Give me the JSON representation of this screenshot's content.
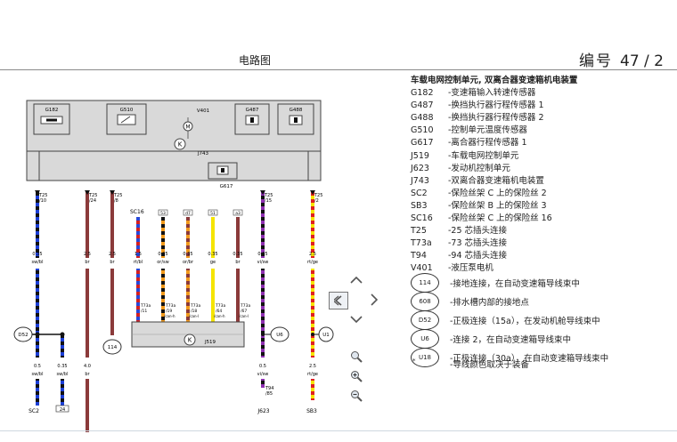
{
  "header": {
    "title": "电路图",
    "page_label": "编号",
    "page_value": "47 / 2"
  },
  "diagram": {
    "components": {
      "g182": "G182",
      "g510": "G510",
      "v401": "V401",
      "g487": "G487",
      "g488": "G488",
      "j743": "J743",
      "g617": "G617",
      "j519": "J519",
      "k": "K"
    },
    "top_wires": [
      {
        "conn": "T25",
        "pin": "/10",
        "size": "0.35",
        "color": "sw/bl"
      },
      {
        "conn": "T25",
        "pin": "/24",
        "size": "2.5",
        "color": "br"
      },
      {
        "conn": "T25",
        "pin": "/8",
        "size": "2.5",
        "color": "br"
      },
      {
        "conn": "SC16",
        "pin": "",
        "size": "1.5",
        "color": "rt/bl"
      },
      {
        "conn": "",
        "pin": "53",
        "size": "0.35",
        "color": "or/sw"
      },
      {
        "conn": "",
        "pin": "d7",
        "size": "0.35",
        "color": "or/br"
      },
      {
        "conn": "",
        "pin": "51",
        "size": "0.35",
        "color": "ge"
      },
      {
        "conn": "",
        "pin": "a3",
        "size": "0.35",
        "color": "br"
      },
      {
        "conn": "T25",
        "pin": "/15",
        "size": "0.35",
        "color": "vi/sw"
      },
      {
        "conn": "T25",
        "pin": "/2",
        "size": "2.5",
        "color": "rt/ge"
      }
    ],
    "t73_labels": [
      {
        "l1": "T73a",
        "l2": "/11"
      },
      {
        "l1": "T73a",
        "l2": "/19",
        "l3": "/can-h"
      },
      {
        "l1": "T73a",
        "l2": "/18",
        "l3": "/can-l"
      },
      {
        "l1": "T73a",
        "l2": "/64",
        "l3": "/can-h"
      },
      {
        "l1": "T73a",
        "l2": "/67",
        "l3": "/can-l"
      }
    ],
    "nodes": {
      "d52": "D52",
      "u6": "U6",
      "n114": "114",
      "u1": "U1"
    },
    "bottom_wires": [
      {
        "size": "0.5",
        "color": "sw/bl"
      },
      {
        "size": "0.35",
        "color": "sw/bl"
      },
      {
        "size": "4.0",
        "color": "br"
      },
      {
        "size": "0.5",
        "color": "vi/sw"
      },
      {
        "size": "2.5",
        "color": "rt/ge"
      }
    ],
    "t94": {
      "l1": "T94",
      "l2": "/85"
    },
    "bottom_labels": {
      "sc2": "SC2",
      "box24": "24",
      "j623": "J623",
      "sb3": "SB3"
    }
  },
  "legend": {
    "title": "车载电网控制单元, 双离合器变速箱机电装置",
    "rows": [
      {
        "code": "G182",
        "desc": "-变速箱输入转速传感器"
      },
      {
        "code": "G487",
        "desc": "-换挡执行器行程传感器 1"
      },
      {
        "code": "G488",
        "desc": "-换挡执行器行程传感器 2"
      },
      {
        "code": "G510",
        "desc": "-控制单元温度传感器"
      },
      {
        "code": "G617",
        "desc": "-离合器行程传感器 1"
      },
      {
        "code": "J519",
        "desc": "-车载电网控制单元"
      },
      {
        "code": "J623",
        "desc": "-发动机控制单元"
      },
      {
        "code": "J743",
        "desc": "-双离合器变速箱机电装置"
      },
      {
        "code": "SC2",
        "desc": "-保险丝架 C 上的保险丝 2"
      },
      {
        "code": "SB3",
        "desc": "-保险丝架 B 上的保险丝 3"
      },
      {
        "code": "SC16",
        "desc": "-保险丝架 C 上的保险丝 16"
      },
      {
        "code": "T25",
        "desc": "-25 芯插头连接"
      },
      {
        "code": "T73a",
        "desc": "-73 芯插头连接"
      },
      {
        "code": "T94",
        "desc": "-94 芯插头连接"
      },
      {
        "code": "V401",
        "desc": "-液压泵电机"
      }
    ],
    "circles": [
      {
        "code": "114",
        "desc": "-接地连接，在自动变速箱导线束中"
      },
      {
        "code": "608",
        "desc": "-排水槽内部的接地点"
      },
      {
        "code": "D52",
        "desc": "-正极连接（15a），在发动机舱导线束中"
      },
      {
        "code": "U6",
        "desc": "-连接 2，在自动变速箱导线束中"
      },
      {
        "code": "U18",
        "desc": "-正极连接（30a），在自动变速箱导线束中"
      }
    ],
    "note_mark": "*",
    "note": "-导线颜色取决于装备"
  },
  "nav_icons": [
    "chevron-up-icon",
    "chevron-left-icon",
    "chevron-right-icon",
    "chevron-down-icon",
    "zoom-icon",
    "zoom-in-icon",
    "zoom-out-icon"
  ]
}
